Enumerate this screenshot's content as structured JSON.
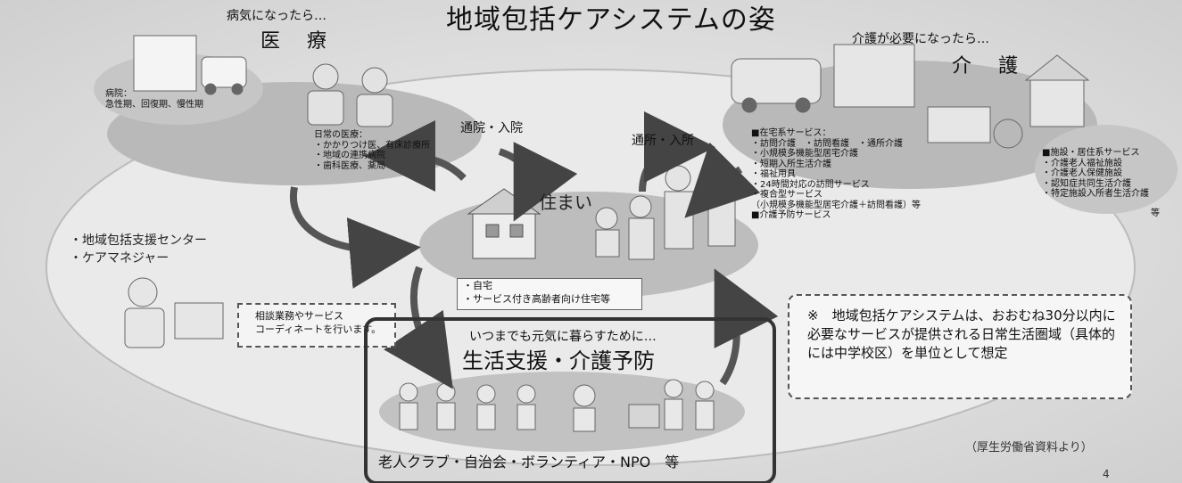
{
  "title": "地域包括ケアシステムの姿",
  "medical": {
    "heading_small": "病気になったら…",
    "heading": "医　療",
    "hospital_lines": [
      "病院：",
      "急性期、回復期、慢性期"
    ],
    "clinic_lines": [
      "日常の医療：",
      "・かかりつけ医、有床診療所",
      "・地域の連携病院",
      "・歯科医療、薬局"
    ]
  },
  "care": {
    "heading_small": "介護が必要になったら…",
    "heading": "介　護",
    "home_services": [
      "■在宅系サービス：",
      "・訪問介護　・訪問看護　・通所介護",
      "・小規模多機能型居宅介護",
      "・短期入所生活介護",
      "・福祉用具",
      "・24時間対応の訪問サービス",
      "・複合型サービス",
      "（小規模多機能型居宅介護＋訪問看護）等",
      "■介護予防サービス"
    ],
    "facility_services": [
      "■施設・居住系サービス",
      "・介護老人福祉施設",
      "・介護老人保健施設",
      "・認知症共同生活介護",
      "・特定施設入所者生活介護"
    ],
    "facility_suffix": "等"
  },
  "arrows": {
    "hospital_visit": "通院・入院",
    "daycare": "通所・入所"
  },
  "housing": {
    "label": "住まい",
    "items": [
      "・自宅",
      "・サービス付き高齢者向け住宅等"
    ]
  },
  "support_center": {
    "lines": [
      "・地域包括支援センター",
      "・ケアマネジャー"
    ],
    "consult": [
      "相談業務やサービス",
      "コーディネートを行います。"
    ]
  },
  "prevention": {
    "subtitle": "いつまでも元気に暮らすために…",
    "heading": "生活支援・介護予防",
    "organizations": "老人クラブ・自治会・ボランティア・NPO　等"
  },
  "note": "※　地域包括ケアシステムは、おおむね30分以内に必要なサービスが提供される日常生活圏域（具体的には中学校区）を単位として想定",
  "source": "（厚生労働省資料より）",
  "page_number": "4"
}
